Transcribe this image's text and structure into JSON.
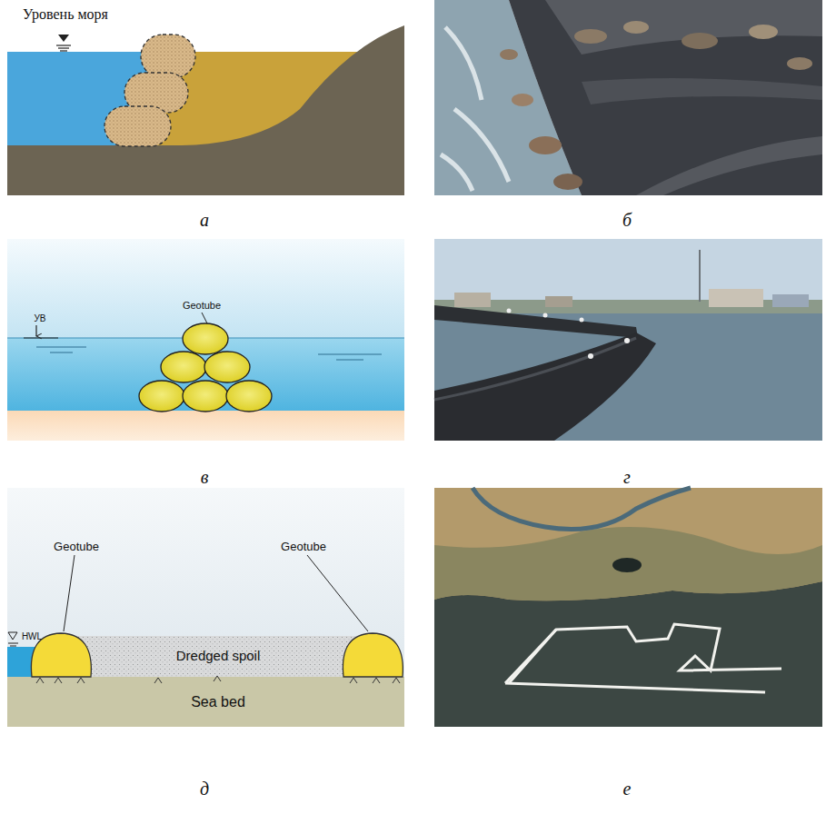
{
  "diagram": {
    "labels": [
      "Уровень моря",
      "а",
      "б",
      "Geotube",
      "УВ",
      "в",
      "г",
      "Geotube",
      "Geotube",
      "HWL",
      "Dredged spoil",
      "Sea bed",
      "д",
      "е"
    ]
  }
}
